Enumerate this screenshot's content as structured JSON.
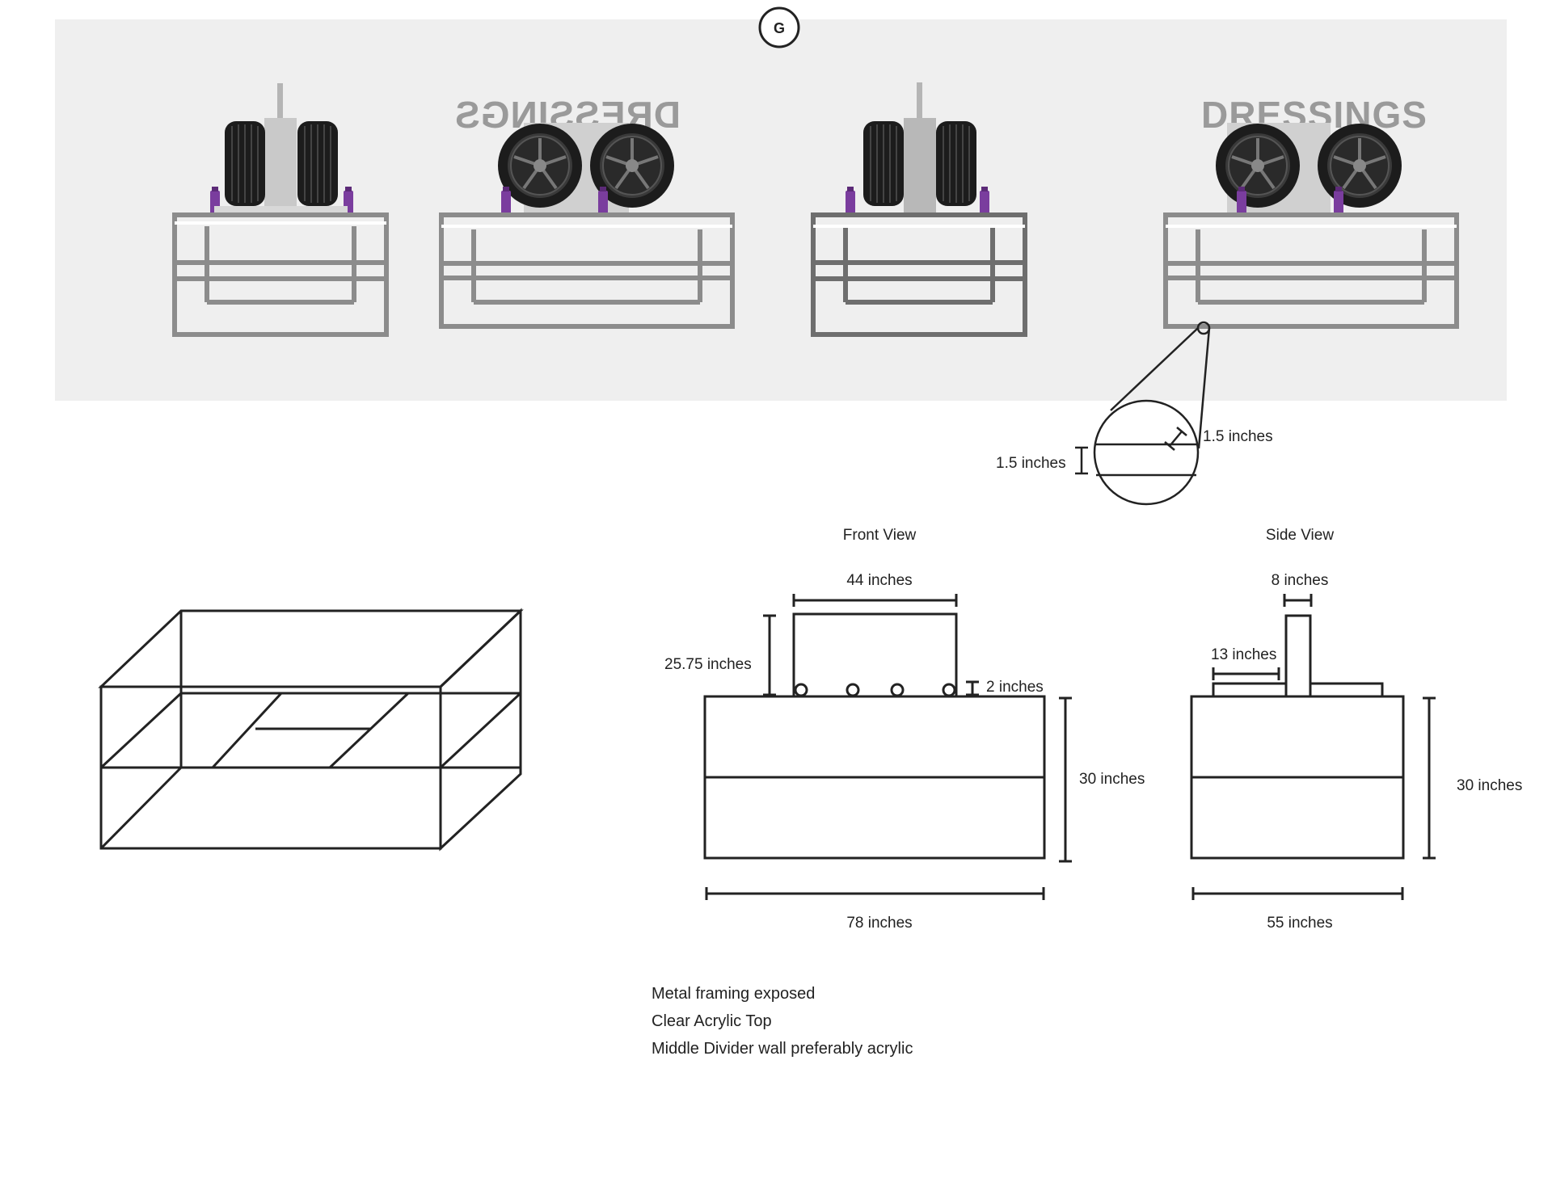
{
  "section_badge": "G",
  "renders": {
    "sign_text": "DRESSINGS"
  },
  "detail": {
    "tube_width_label": "1.5 inches",
    "tube_height_label": "1.5 inches"
  },
  "front_view": {
    "title": "Front View",
    "top_width_label": "44 inches",
    "divider_height_label": "25.75 inches",
    "post_height_label": "2 inches",
    "body_height_label": "30 inches",
    "overall_width_label": "78 inches"
  },
  "side_view": {
    "title": "Side View",
    "divider_width_label": "8 inches",
    "base_width_label": "13 inches",
    "body_height_label": "30 inches",
    "overall_width_label": "55 inches"
  },
  "notes": [
    "Metal framing exposed",
    "Clear Acrylic Top",
    "Middle Divider wall preferably acrylic"
  ],
  "colors": {
    "render_panel": "#efefef",
    "line": "#222222",
    "metal": "#8c8c8c",
    "tire": "#1c1c1c",
    "accent_purple": "#7a3d9e",
    "divider_panel": "#c9c9c9",
    "sign": "#9a9a9a"
  }
}
